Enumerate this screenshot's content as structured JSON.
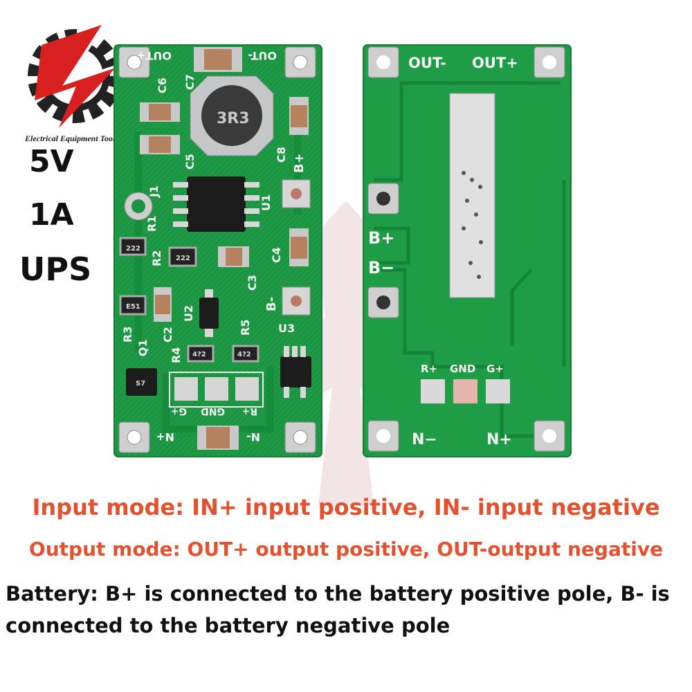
{
  "logo": {
    "brand_text": "Electrical Equipment Tool"
  },
  "specs": {
    "voltage": "5V",
    "current": "1A",
    "type": "UPS"
  },
  "front_board": {
    "silkscreen": {
      "out_plus": "OUT+",
      "out_minus": "OUT-",
      "c6": "C6",
      "c7": "C7",
      "c5": "C5",
      "c8": "C8",
      "b_plus": "B+",
      "j1": "J1",
      "u1": "U1",
      "r1": "R1",
      "r2": "R2",
      "c4": "C4",
      "c3": "C3",
      "b_minus": "B-",
      "u2": "U2",
      "r3": "R3",
      "c2": "C2",
      "r5": "R5",
      "u3": "U3",
      "q1": "Q1",
      "r4": "R4",
      "g_plus": "G+",
      "gnd": "GND",
      "r_plus": "R+",
      "in_plus": "N+",
      "in_minus": "N-"
    },
    "component_marks": {
      "inductor": "3R3",
      "r1": "222",
      "r2": "222",
      "r3": "E51",
      "r4": "4?2",
      "r5": "4?2",
      "q1": "S7"
    }
  },
  "back_board": {
    "silkscreen": {
      "out_minus": "OUT-",
      "out_plus": "OUT+",
      "b_plus": "B+",
      "b_minus": "B−",
      "r_plus": "R+",
      "gnd": "GND",
      "g_plus": "G+",
      "in_minus": "N−",
      "in_plus": "N+"
    }
  },
  "captions": {
    "input_mode": "Input mode: IN+ input positive, IN- input negative",
    "output_mode": "Output mode: OUT+ output positive, OUT-output negative",
    "battery": "Battery: B+ is connected to the battery positive pole, B- is connected to the battery negative pole"
  },
  "colors": {
    "caption_red": "#e2522e",
    "pcb_green": "#1f9a44",
    "pcb_trace": "#17873a",
    "pad_silver": "#d9d9d9"
  }
}
